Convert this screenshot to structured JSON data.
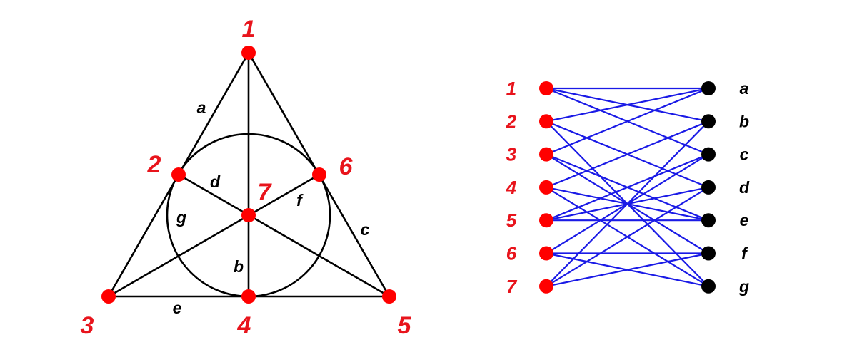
{
  "points": [
    {
      "id": "1",
      "label": "1"
    },
    {
      "id": "2",
      "label": "2"
    },
    {
      "id": "3",
      "label": "3"
    },
    {
      "id": "4",
      "label": "4"
    },
    {
      "id": "5",
      "label": "5"
    },
    {
      "id": "6",
      "label": "6"
    },
    {
      "id": "7",
      "label": "7"
    }
  ],
  "lines": [
    {
      "id": "a",
      "label": "a",
      "points": [
        "1",
        "2",
        "3"
      ]
    },
    {
      "id": "b",
      "label": "b",
      "points": [
        "1",
        "7",
        "4"
      ]
    },
    {
      "id": "c",
      "label": "c",
      "points": [
        "1",
        "6",
        "5"
      ]
    },
    {
      "id": "d",
      "label": "d",
      "points": [
        "2",
        "7",
        "5"
      ]
    },
    {
      "id": "e",
      "label": "e",
      "points": [
        "3",
        "4",
        "5"
      ]
    },
    {
      "id": "f",
      "label": "f",
      "points": [
        "3",
        "7",
        "6"
      ]
    },
    {
      "id": "g",
      "label": "g",
      "points": [
        "2",
        "4",
        "6"
      ]
    }
  ],
  "colors": {
    "point": "#ff0000",
    "point_label": "#e8141c",
    "line": "#000000",
    "line_node": "#000000",
    "incidence_edge": "#1a1ae6",
    "text": "#000000"
  }
}
